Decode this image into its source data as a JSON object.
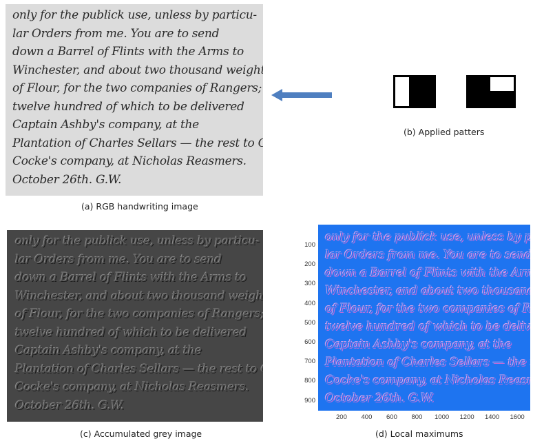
{
  "captions": {
    "a": "(a) RGB handwriting image",
    "b": "(b) Applied patters",
    "c": "(c) Accumulated grey image",
    "d": "(d) Local maximums"
  },
  "handwriting_lines": [
    "only for the publick use, unless by particu-",
    "lar Orders from me.  You are to send",
    "down a Barrel of Flints with the Arms to",
    "Winchester, and about two thousand weight",
    "of Flour, for the two companies of Rangers;",
    "twelve hundred of which to be delivered",
    "Captain Ashby's company, at the",
    "Plantation of Charles Sellars — the rest to Captain",
    "Cocke's company, at Nicholas Reasmers.",
    "October 26th.          G.W."
  ],
  "axis_d": {
    "y_ticks": [
      "100",
      "200",
      "300",
      "400",
      "500",
      "600",
      "700",
      "800",
      "900"
    ],
    "x_ticks": [
      "200",
      "400",
      "600",
      "800",
      "1000",
      "1200",
      "1400",
      "1600"
    ]
  },
  "colors": {
    "paper": "#dcdcdc",
    "ink": "#2a2a2a",
    "grey_image": "#464646",
    "plot_blue": "#1e74f0",
    "arrow": "#4f7fc0"
  },
  "icons": {
    "arrow": "left-arrow-icon",
    "pattern1": "two-rectangle-haar-pattern-icon",
    "pattern2": "corner-haar-pattern-icon"
  }
}
